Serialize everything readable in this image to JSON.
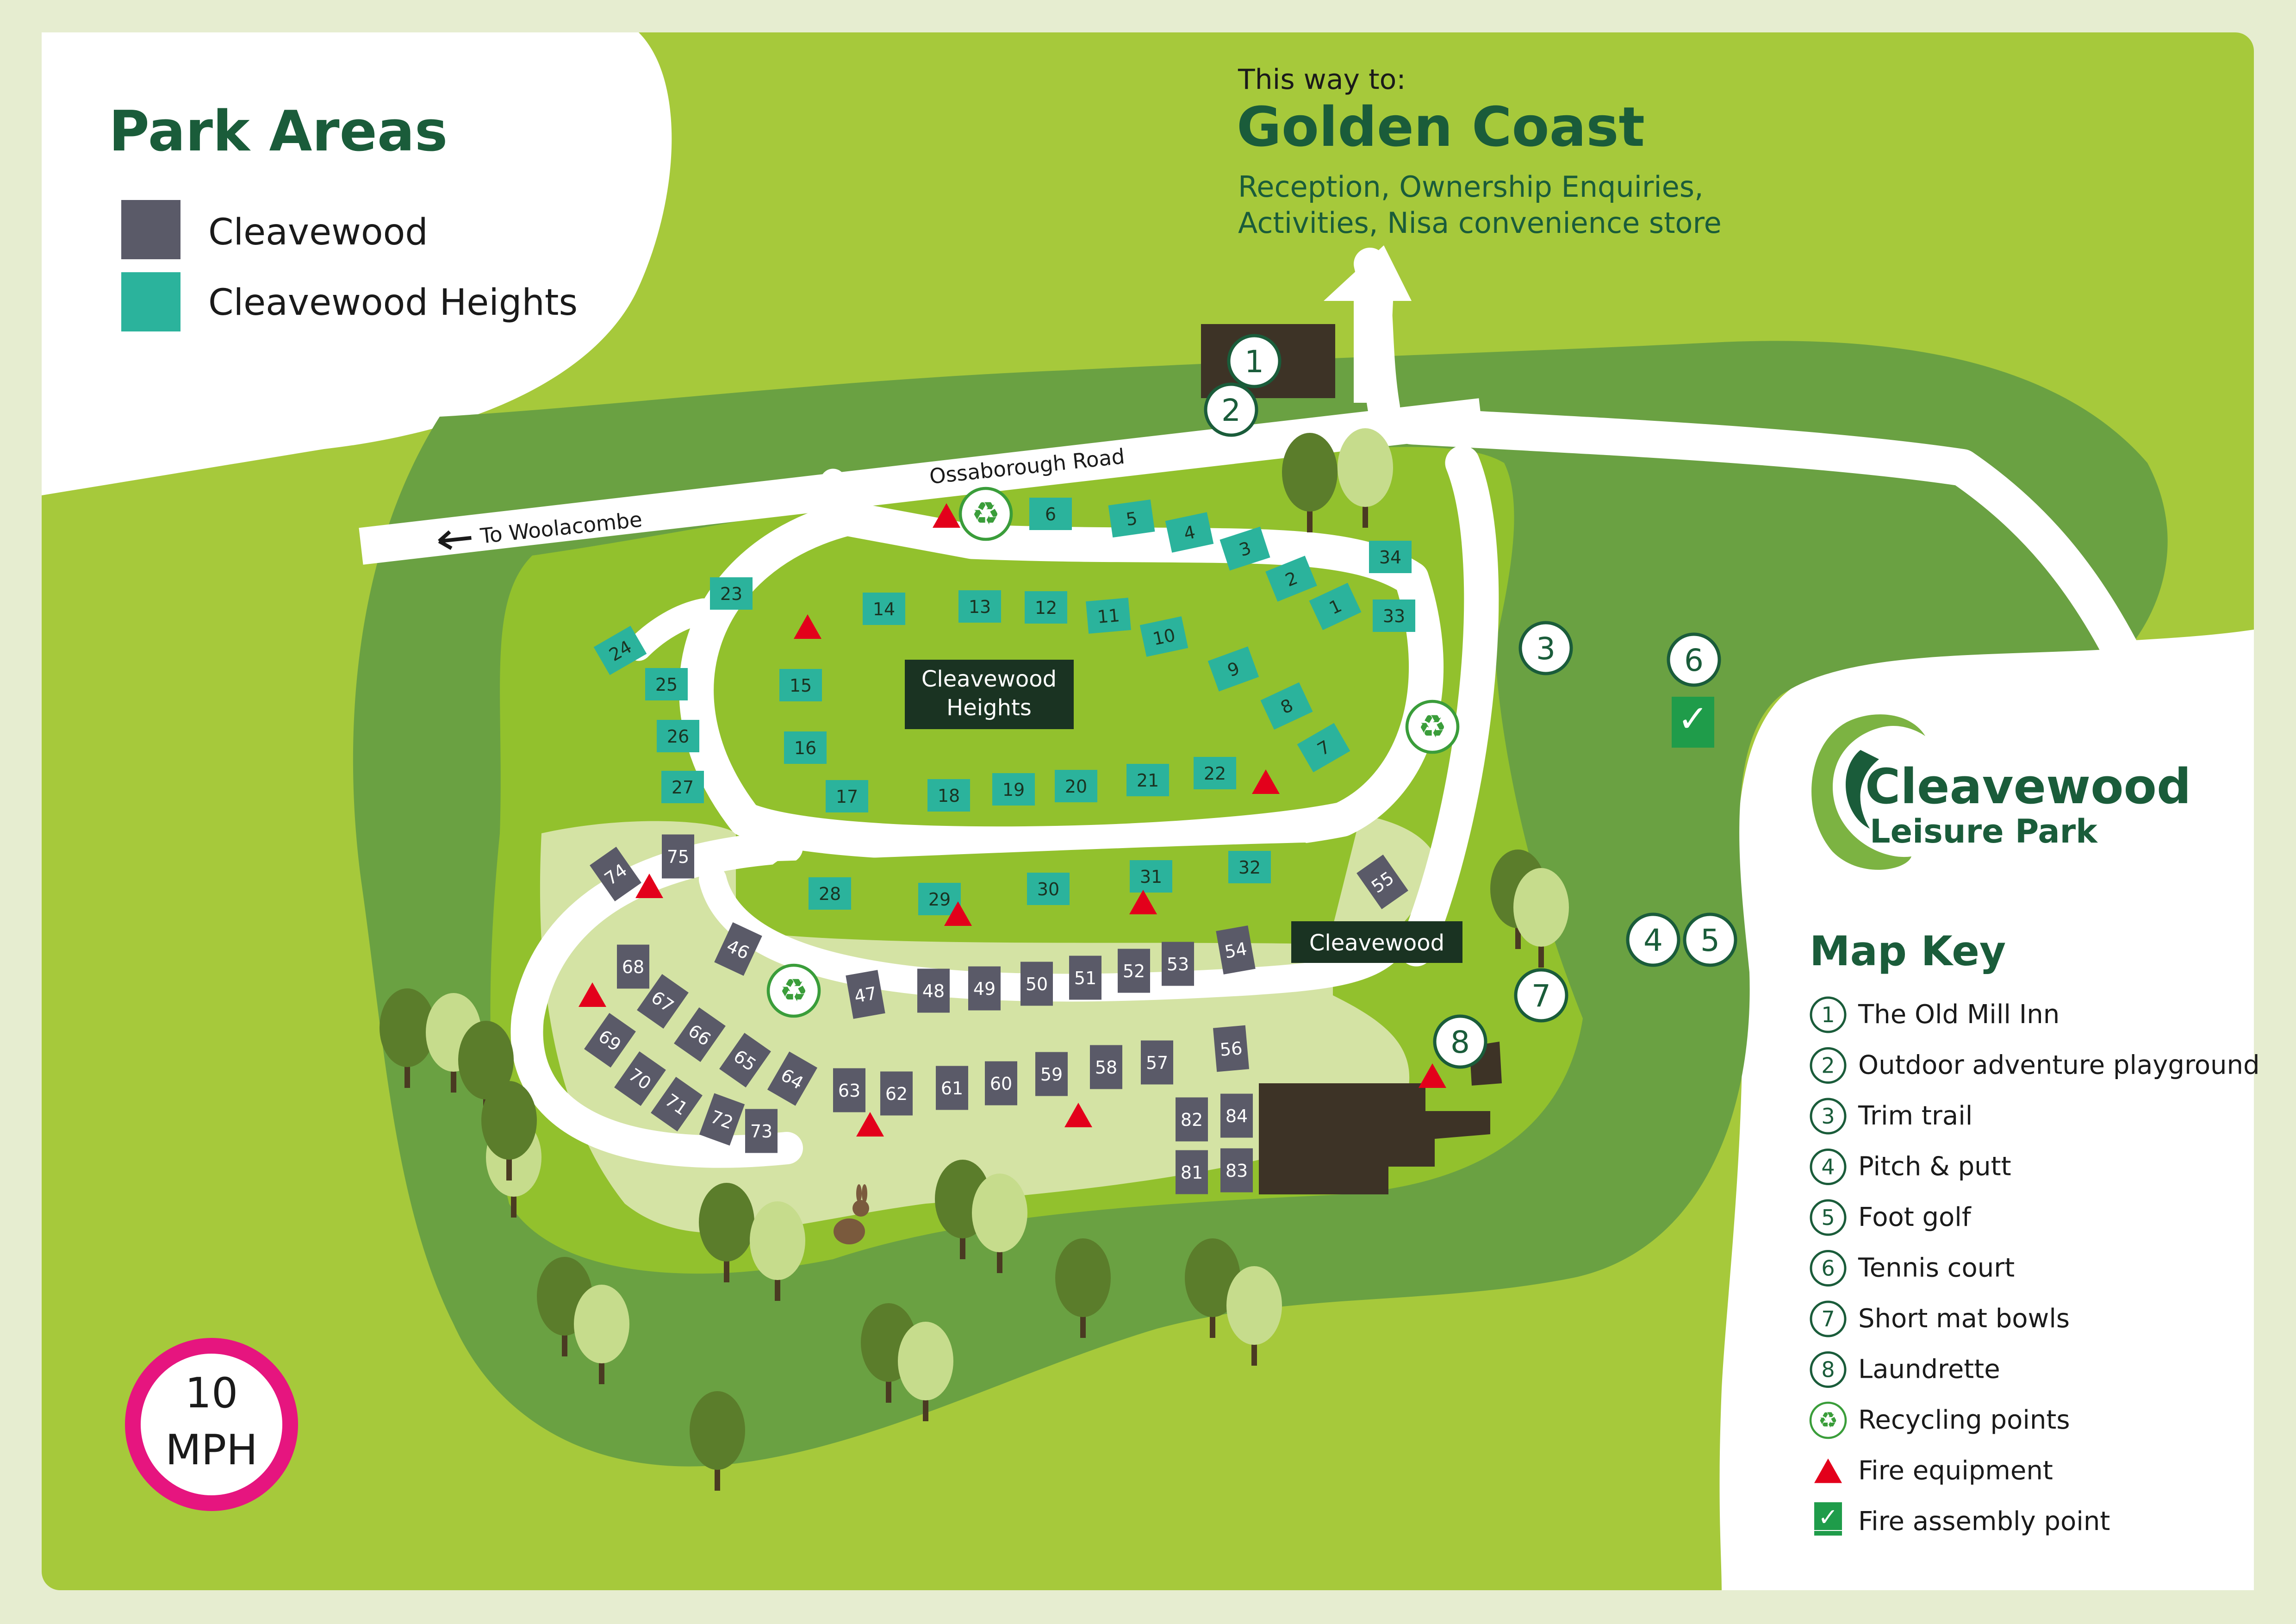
{
  "colors": {
    "background": "#e6edd0",
    "grass_light": "#a6c93b",
    "grass_mid": "#92c12d",
    "grass_dark": "#6aa142",
    "road": "#ffffff",
    "cleavewood": "#5a5a68",
    "cleavewood_heights": "#2bb39c",
    "brand_dark": "#1a5c3a",
    "fire": "#e3001b",
    "speed_ring": "#e6157f",
    "building": "#3d3326"
  },
  "legend": {
    "title": "Park Areas",
    "items": [
      {
        "label": "Cleavewood",
        "color": "#5a5a68"
      },
      {
        "label": "Cleavewood Heights",
        "color": "#2bb39c"
      }
    ]
  },
  "destination": {
    "pretext": "This way to:",
    "name": "Golden Coast",
    "line1": "Reception, Ownership Enquiries,",
    "line2": "Activities, Nisa convenience store"
  },
  "roads": {
    "ossaborough": "Ossaborough Road",
    "woolacombe": "To Woolacombe"
  },
  "areas": {
    "heights_line1": "Cleavewood",
    "heights_line2": "Heights",
    "cleavewood": "Cleavewood"
  },
  "logo": {
    "line1": "Cleavewood",
    "line2": "Leisure Park"
  },
  "map_key": {
    "title": "Map Key",
    "items": [
      {
        "marker": "1",
        "label": "The Old Mill Inn"
      },
      {
        "marker": "2",
        "label": "Outdoor adventure playground"
      },
      {
        "marker": "3",
        "label": "Trim trail"
      },
      {
        "marker": "4",
        "label": "Pitch & putt"
      },
      {
        "marker": "5",
        "label": "Foot golf"
      },
      {
        "marker": "6",
        "label": "Tennis court"
      },
      {
        "marker": "7",
        "label": "Short mat bowls"
      },
      {
        "marker": "8",
        "label": "Laundrette"
      },
      {
        "marker": "recycle",
        "label": "Recycling points"
      },
      {
        "marker": "fire",
        "label": "Fire equipment"
      },
      {
        "marker": "assembly",
        "label": "Fire assembly point"
      }
    ]
  },
  "speed": {
    "value": "10",
    "unit": "MPH"
  },
  "feature_markers": [
    "1",
    "2",
    "3",
    "4",
    "5",
    "6",
    "7",
    "8"
  ],
  "heights_pitches": [
    "1",
    "2",
    "3",
    "4",
    "5",
    "6",
    "7",
    "8",
    "9",
    "10",
    "11",
    "12",
    "13",
    "14",
    "15",
    "16",
    "17",
    "18",
    "19",
    "20",
    "21",
    "22",
    "23",
    "24",
    "25",
    "26",
    "27",
    "28",
    "29",
    "30",
    "31",
    "32",
    "33",
    "34"
  ],
  "cleavewood_pitches": [
    "46",
    "47",
    "48",
    "49",
    "50",
    "51",
    "52",
    "53",
    "54",
    "55",
    "56",
    "57",
    "58",
    "59",
    "60",
    "61",
    "62",
    "63",
    "64",
    "65",
    "66",
    "67",
    "68",
    "69",
    "70",
    "71",
    "72",
    "73",
    "74",
    "75",
    "81",
    "82",
    "83",
    "84"
  ],
  "assembly_icon": "check-icon",
  "recycle_icon": "recycle-icon"
}
